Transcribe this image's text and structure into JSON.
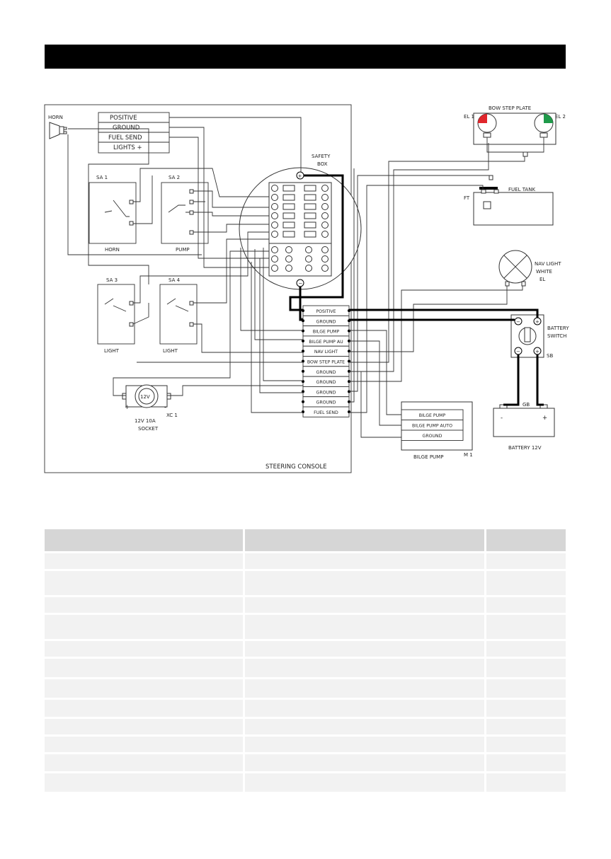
{
  "labels": {
    "horn": "HORN",
    "positive": "POSITIVE",
    "ground": "GROUND",
    "fuel_send": "FUEL SEND",
    "lights_plus": "LIGHTS +",
    "safety_box_1": "SAFETY",
    "safety_box_2": "BOX",
    "sa1": "SA 1",
    "sa2": "SA 2",
    "sa3": "SA 3",
    "sa4": "SA 4",
    "horn_switch": "HORN",
    "pump_switch": "PUMP",
    "light_switch_1": "LIGHT",
    "light_switch_2": "LIGHT",
    "bow_step_plate": "BOW STEP PLATE",
    "el1": "EL 1",
    "el2": "EL 2",
    "ft": "FT",
    "fuel_tank": "FUEL TANK",
    "nav_light_1": "NAV LIGHT",
    "nav_light_2": "WHITE",
    "nav_light_3": "EL",
    "battery_switch_1": "BATTERY",
    "battery_switch_2": "SWITCH",
    "sb": "SB",
    "gb": "GB",
    "battery": "BATTERY 12V",
    "minus": "-",
    "plus": "+",
    "socket_12v": "12V",
    "socket_rating": "12V  10A",
    "socket": "SOCKET",
    "xc1": "XC 1",
    "bilge_pump": "BILGE PUMP",
    "m1": "M 1",
    "steering_console": "STEERING CONSOLE"
  },
  "terminal_block": [
    "POSITIVE",
    "GROUND",
    "BILGE PUMP",
    "BILGE PUMP AU",
    "NAV LIGHT",
    "BOW STEP PLATE",
    "GROUND",
    "GROUND",
    "GROUND",
    "GROUND",
    "FUEL SEND"
  ],
  "pump_block": [
    "BILGE PUMP",
    "BILGE PUMP AUTO",
    "GROUND"
  ],
  "colors": {
    "header": "#000000",
    "el1_lens": "#e0262c",
    "el2_lens": "#1f9a4a",
    "table_header": "#d6d6d6",
    "table_row": "#f2f2f2"
  },
  "legend_table_rows": 12
}
